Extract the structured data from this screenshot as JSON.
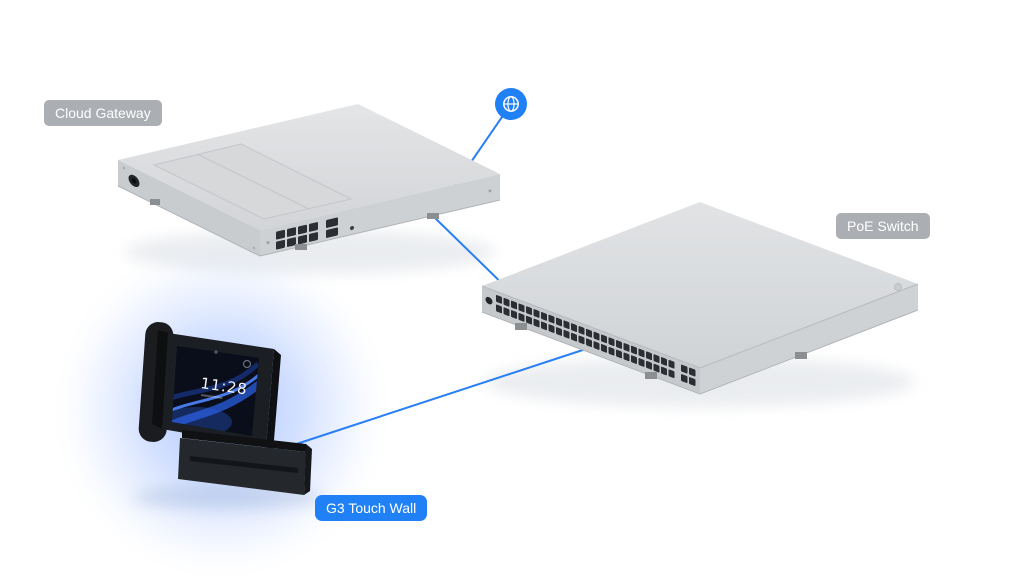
{
  "labels": {
    "cloud_gateway": "Cloud Gateway",
    "poe_switch": "PoE Switch",
    "g3_touch_wall": "G3 Touch Wall"
  },
  "touch_wall": {
    "screen_time": "11:28"
  },
  "icons": {
    "internet": "globe-icon"
  },
  "colors": {
    "accent_blue": "#2080F6",
    "connector": "#2B7FF6",
    "badge_gray": "#A7AAAF",
    "device_gray": "#D6D8DA"
  }
}
